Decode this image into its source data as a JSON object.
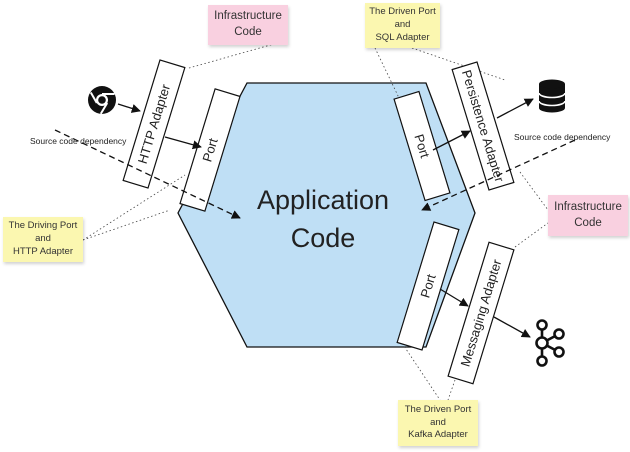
{
  "center": {
    "line1": "Application",
    "line2": "Code"
  },
  "adapters": {
    "http": "HTTP Adapter",
    "persistence": "Persistence Adapter",
    "messaging": "Messaging Adapter"
  },
  "ports": {
    "left": "Port",
    "top_right": "Port",
    "bottom_right": "Port"
  },
  "dependency_labels": {
    "left": "Source code dependency",
    "right": "Source code dependency"
  },
  "notes": {
    "infra_top": "Infrastructure\nCode",
    "infra_right": "Infrastructure\nCode",
    "driven_sql": "The Driven Port\nand\nSQL Adapter",
    "driving_http": "The Driving Port\nand\nHTTP Adapter",
    "driven_kafka": "The Driven Port\nand\nKafka Adapter"
  },
  "icons": {
    "browser": "chrome-browser-icon",
    "database": "database-icon",
    "kafka": "kafka-icon"
  },
  "colors": {
    "hexagon_fill": "#bfdff5",
    "note_pink": "#f9d0e0",
    "note_yellow": "#fbf7b0"
  }
}
